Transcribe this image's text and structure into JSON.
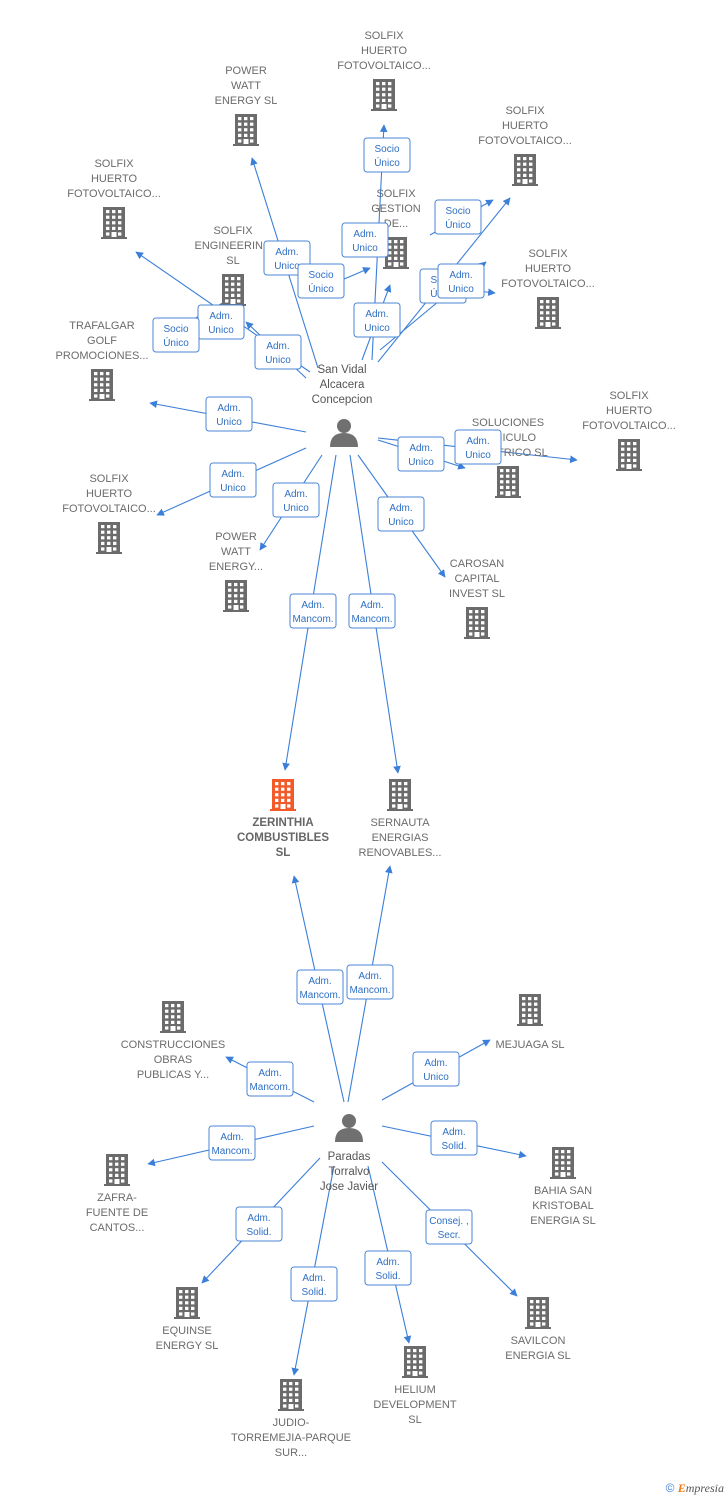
{
  "colors": {
    "edge": "#3b7fd9",
    "node": "#6b6b6b",
    "main_node": "#f25a2a",
    "person": "#707070"
  },
  "icons": {
    "company": "building-icon",
    "person": "person-icon"
  },
  "people": [
    {
      "id": "p1",
      "lines": [
        "San Vidal",
        "Alcacera",
        "Concepcion"
      ]
    },
    {
      "id": "p2",
      "lines": [
        "Paradas",
        "Torralvo",
        "Jose Javier"
      ]
    }
  ],
  "companies": [
    {
      "id": "c1",
      "lines": [
        "POWER",
        "WATT",
        "ENERGY  SL"
      ]
    },
    {
      "id": "c2",
      "lines": [
        "SOLFIX",
        "HUERTO",
        "FOTOVOLTAICO..."
      ]
    },
    {
      "id": "c3",
      "lines": [
        "SOLFIX",
        "HUERTO",
        "FOTOVOLTAICO..."
      ]
    },
    {
      "id": "c4",
      "lines": [
        "SOLFIX",
        "HUERTO",
        "FOTOVOLTAICO..."
      ]
    },
    {
      "id": "c5",
      "lines": [
        "SOLFIX",
        "ENGINEERING",
        "SL"
      ]
    },
    {
      "id": "c6",
      "lines": [
        "SOLFIX",
        "GESTION",
        "DE..."
      ]
    },
    {
      "id": "c7",
      "lines": [
        "SOLFIX",
        "HUERTO",
        "FOTOVOLTAICO..."
      ]
    },
    {
      "id": "c8",
      "lines": [
        "TRAFALGAR",
        "GOLF",
        "PROMOCIONES..."
      ]
    },
    {
      "id": "c9",
      "lines": [
        "SOLFIX",
        "HUERTO",
        "FOTOVOLTAICO..."
      ]
    },
    {
      "id": "c10",
      "lines": [
        "SOLUCIONES",
        "VEHICULO",
        "ELECTRICO  SL"
      ]
    },
    {
      "id": "c11",
      "lines": [
        "SOLFIX",
        "HUERTO",
        "FOTOVOLTAICO..."
      ]
    },
    {
      "id": "c12",
      "lines": [
        "POWER",
        "WATT",
        "ENERGY..."
      ]
    },
    {
      "id": "c13",
      "lines": [
        "CAROSAN",
        "CAPITAL",
        "INVEST  SL"
      ]
    },
    {
      "id": "c14",
      "lines": [
        "ZERINTHIA",
        "COMBUSTIBLES",
        "SL"
      ],
      "main": true
    },
    {
      "id": "c15",
      "lines": [
        "SERNAUTA",
        "ENERGIAS",
        "RENOVABLES..."
      ]
    },
    {
      "id": "c16",
      "lines": [
        "CONSTRUCCIONES",
        "OBRAS",
        "PUBLICAS Y..."
      ]
    },
    {
      "id": "c17",
      "lines": [
        "MEJUAGA  SL"
      ]
    },
    {
      "id": "c18",
      "lines": [
        "ZAFRA-",
        "FUENTE DE",
        "CANTOS..."
      ]
    },
    {
      "id": "c19",
      "lines": [
        "BAHIA SAN",
        "KRISTOBAL",
        "ENERGIA  SL"
      ]
    },
    {
      "id": "c20",
      "lines": [
        "EQUINSE",
        "ENERGY  SL"
      ]
    },
    {
      "id": "c21",
      "lines": [
        "SAVILCON",
        "ENERGIA  SL"
      ]
    },
    {
      "id": "c22",
      "lines": [
        "HELIUM",
        "DEVELOPMENT",
        "SL"
      ]
    },
    {
      "id": "c23",
      "lines": [
        "JUDIO-",
        "TORREMEJIA-PARQUE",
        "SUR..."
      ]
    }
  ],
  "edges": [
    {
      "from": "p1",
      "to": "c1",
      "label": [
        "Adm.",
        "Unico"
      ]
    },
    {
      "from": "p1",
      "to": "c2",
      "label": [
        "Socio",
        "Único"
      ]
    },
    {
      "from": "p1",
      "to": "c3",
      "label": [
        "Socio",
        "Único"
      ]
    },
    {
      "from": "p1",
      "to": "c4",
      "label": [
        "Adm.",
        "Unico"
      ]
    },
    {
      "from": "p1",
      "to": "c5",
      "label": [
        "Adm.",
        "Unico"
      ]
    },
    {
      "from": "p1",
      "to": "c6",
      "label": [
        "Adm.",
        "Unico"
      ]
    },
    {
      "from": "p1",
      "to": "c6",
      "label": [
        "Socio",
        "Único"
      ]
    },
    {
      "from": "p1",
      "to": "c3",
      "label": [
        "Adm.",
        "Unico"
      ]
    },
    {
      "from": "p1",
      "to": "c7",
      "label": [
        "Socio",
        "Único"
      ]
    },
    {
      "from": "p1",
      "to": "c7",
      "label": [
        "Adm.",
        "Unico"
      ]
    },
    {
      "from": "p1",
      "to": "c8",
      "label": [
        "Adm.",
        "Unico"
      ]
    },
    {
      "from": "p1",
      "to": "c8",
      "label": [
        "Socio",
        "Único"
      ]
    },
    {
      "from": "p1",
      "to": "c10",
      "label": [
        "Adm.",
        "Unico"
      ]
    },
    {
      "from": "p1",
      "to": "c11",
      "label": [
        "Adm.",
        "Unico"
      ]
    },
    {
      "from": "p1",
      "to": "c9",
      "label": [
        "Adm.",
        "Unico"
      ]
    },
    {
      "from": "p1",
      "to": "c12",
      "label": [
        "Adm.",
        "Unico"
      ]
    },
    {
      "from": "p1",
      "to": "c13",
      "label": [
        "Adm.",
        "Unico"
      ]
    },
    {
      "from": "p1",
      "to": "c14",
      "label": [
        "Adm.",
        "Mancom."
      ]
    },
    {
      "from": "p1",
      "to": "c15",
      "label": [
        "Adm.",
        "Mancom."
      ]
    },
    {
      "from": "p2",
      "to": "c14",
      "label": [
        "Adm.",
        "Mancom."
      ]
    },
    {
      "from": "p2",
      "to": "c15",
      "label": [
        "Adm.",
        "Mancom."
      ]
    },
    {
      "from": "p2",
      "to": "c16",
      "label": [
        "Adm.",
        "Mancom."
      ]
    },
    {
      "from": "p2",
      "to": "c17",
      "label": [
        "Adm.",
        "Unico"
      ]
    },
    {
      "from": "p2",
      "to": "c18",
      "label": [
        "Adm.",
        "Mancom."
      ]
    },
    {
      "from": "p2",
      "to": "c19",
      "label": [
        "Adm.",
        "Solid."
      ]
    },
    {
      "from": "p2",
      "to": "c20",
      "label": [
        "Adm.",
        "Solid."
      ]
    },
    {
      "from": "p2",
      "to": "c21",
      "label": [
        "Consej. ,",
        "Secr."
      ]
    },
    {
      "from": "p2",
      "to": "c22",
      "label": [
        "Adm.",
        "Solid."
      ]
    },
    {
      "from": "p2",
      "to": "c23",
      "label": [
        "Adm.",
        "Solid."
      ]
    }
  ],
  "footer": {
    "copyright": "©",
    "brand": "mpresia",
    "brand_initial": "E"
  }
}
